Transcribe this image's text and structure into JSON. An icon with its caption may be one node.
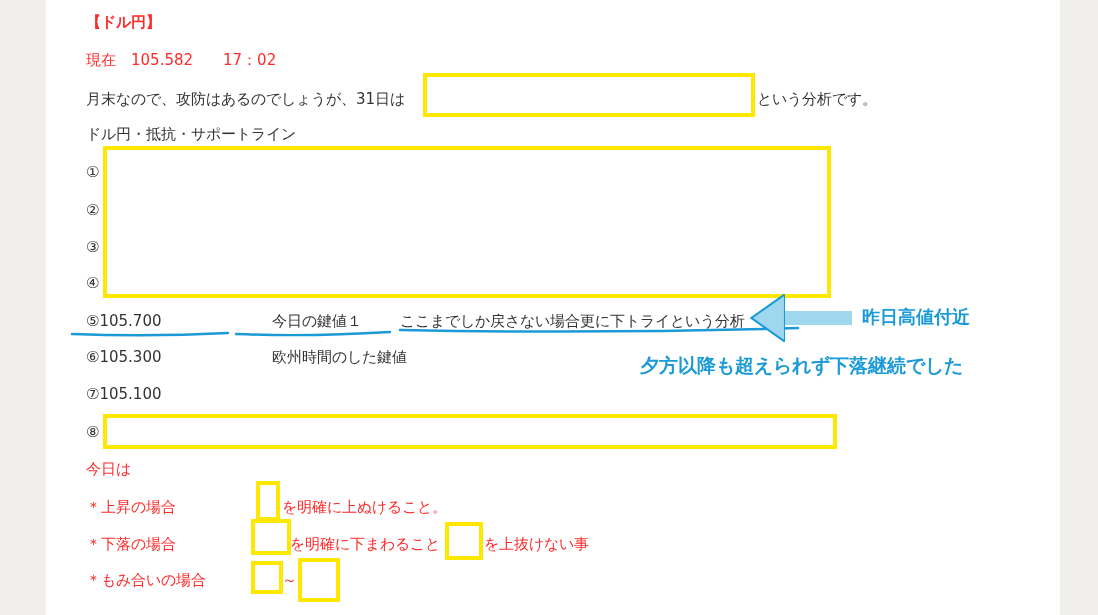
{
  "diagram": {
    "nodes": [
      {
        "text": [
          "ここまでしか戻さない場合更に下トライという分析"
        ]
      },
      {
        "text": [
          "昨日高値付近"
        ]
      }
    ],
    "edges": [
      {
        "from": 1,
        "to": 0,
        "arrow": "to"
      }
    ],
    "labels": [
      "【ドル円】",
      "現在　105.582　　17：02",
      "月末なので、攻防はあるのでしょうが、31日は",
      "という分析です。",
      "ドル円・抵抗・サポートライン",
      "①",
      "②",
      "③",
      "④",
      "⑤105.700",
      "今日の鍵値１",
      "⑥105.300",
      "欧州時間のした鍵値",
      "夕方以降も超えられず下落継続でした",
      "⑦105.100",
      "⑧",
      "今日は",
      "＊上昇の場合",
      "を明確に上ぬけること。",
      "＊下落の場合",
      "を明確に下まわること",
      "を上抜けない事",
      "＊もみ合いの場合",
      "～"
    ]
  }
}
